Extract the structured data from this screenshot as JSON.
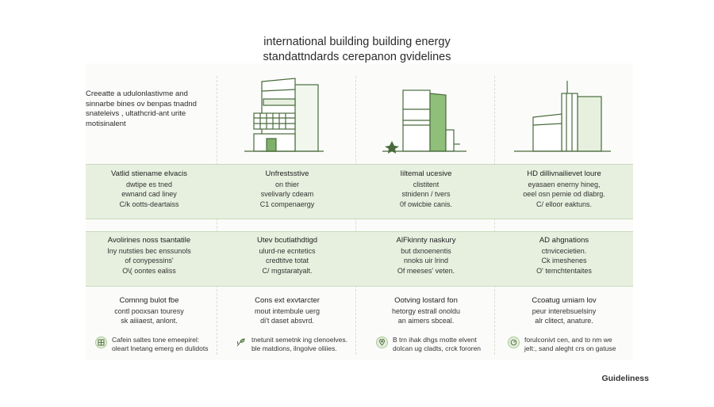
{
  "title": {
    "line1": "international building building energy",
    "line2": "standattndards cerepanon gvidelines"
  },
  "intro": {
    "lines": [
      "Creeatte a udulonlastivme and",
      "sinnarbe bines ov benpas tnadnd",
      "snateleivs , ultathcrid-ant urite",
      "motisinalent"
    ]
  },
  "columns": [
    {
      "icon": "modern-office-building-icon",
      "row1": [
        "Vatlid stiename elvacis",
        "dwtipe es tned",
        "ewnand cad liney",
        "C/k ootts-deartaiss"
      ],
      "row2": [
        "Avolirines noss tsantatile",
        "Iny nutsties bec enssunols",
        "of conypessins'",
        "O\\( oontes ealiss"
      ],
      "row3": [
        "Comnng bulot fbe",
        "contl pooxsan touresy",
        "sk aiiiaest, anlont."
      ],
      "footer": {
        "icon": "document-grid-icon",
        "lines": [
          "Cafein saltes tone emeepirel:",
          "oleart lnetang emerg en dulidots"
        ]
      }
    },
    {
      "icon": "tall-building-icon",
      "row1": [
        "Unfrestsstive",
        "on thier",
        "svelivarly cdeam",
        "C1 compenaergy"
      ],
      "row2": [
        "Utev bcutlathdtigd",
        "ulurd-ne ecntetics",
        "credtitve totat",
        "C/ mgstaratyalt."
      ],
      "row3": [
        "Cons ext exvtarcter",
        "mout intembule uerg",
        "di't daset absvrd."
      ],
      "footer": {
        "icon": "leaf-growth-icon",
        "lines": [
          "tnetunit semetnk ing clenoelves.",
          "ble matdions, ilngolve oliiies."
        ]
      }
    },
    {
      "icon": "stepped-building-icon",
      "row1": [
        "Iiltemal ucesive",
        "clistitent",
        "stnidenn / tvers",
        "0f owicbie canis."
      ],
      "row2": [
        "AlFkinnty naskury",
        "but dxnoenentis",
        "nnoks uir lrind",
        "Of meeses' veten."
      ],
      "row3": [
        "Ootving lostard fon",
        "hetorgy estrall onoldu",
        "an aimers sbceal."
      ],
      "footer": {
        "icon": "location-pin-icon",
        "lines": [
          "B trn ihak dhgs rnotte elvent",
          "dolcan ug cladts, crck fororen"
        ]
      }
    },
    {
      "icon": "skyscraper-icon",
      "row1": [
        "HD dillivnailievet loure",
        "eyasaen enerny hineg,",
        "oeel osn pemie od dlabrg.",
        "C/ elloor eaktuns."
      ],
      "row2": [
        "AD ahgnations",
        "ctnvicecietien.",
        "Ck imeshenes",
        "O' temchtentaites"
      ],
      "row3": [
        "Ccoatug umiam lov",
        "peur interebsuelsiny",
        "alr clitect, anature."
      ],
      "footer": {
        "icon": "energy-meter-icon",
        "lines": [
          "forulconivt cen, and to nm we",
          "jelt:, sand aleght crs on gatuse"
        ]
      }
    }
  ],
  "brand": "Guideliness",
  "colors": {
    "accent": "#7fb069",
    "accent_light": "#e7f0df",
    "stroke": "#4a6a3c"
  }
}
